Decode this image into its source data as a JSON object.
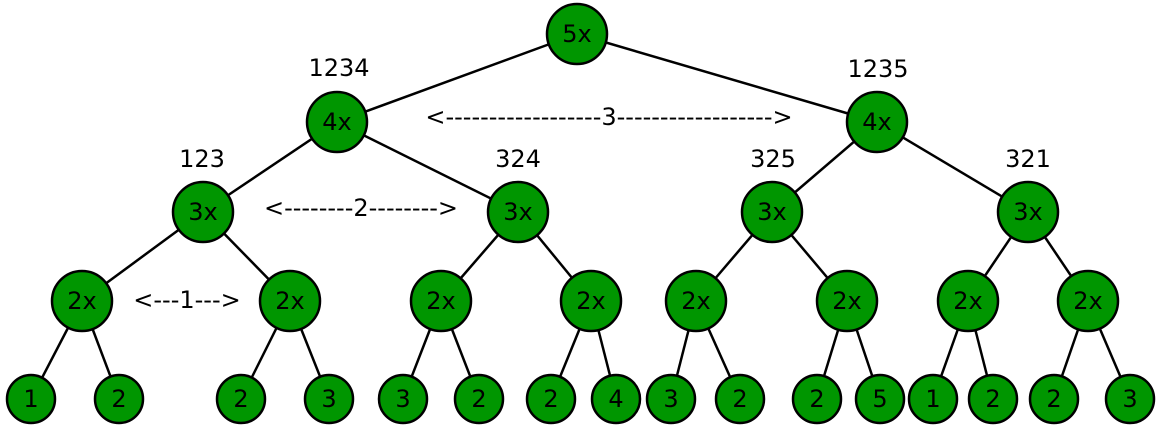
{
  "colors": {
    "node_fill": "#009600",
    "stroke": "#000000"
  },
  "nodes": [
    {
      "id": "root",
      "text": "5x"
    },
    {
      "id": "l1a",
      "text": "4x",
      "label": "1234"
    },
    {
      "id": "l1b",
      "text": "4x",
      "label": "1235"
    },
    {
      "id": "l2a",
      "text": "3x",
      "label": "123"
    },
    {
      "id": "l2b",
      "text": "3x",
      "label": "324"
    },
    {
      "id": "l2c",
      "text": "3x",
      "label": "325"
    },
    {
      "id": "l2d",
      "text": "3x",
      "label": "321"
    },
    {
      "id": "l3a",
      "text": "2x"
    },
    {
      "id": "l3b",
      "text": "2x"
    },
    {
      "id": "l3c",
      "text": "2x"
    },
    {
      "id": "l3d",
      "text": "2x"
    },
    {
      "id": "l3e",
      "text": "2x"
    },
    {
      "id": "l3f",
      "text": "2x"
    },
    {
      "id": "l3g",
      "text": "2x"
    },
    {
      "id": "l3h",
      "text": "2x"
    },
    {
      "id": "f1",
      "text": "1"
    },
    {
      "id": "f2",
      "text": "2"
    },
    {
      "id": "f3",
      "text": "2"
    },
    {
      "id": "f4",
      "text": "3"
    },
    {
      "id": "f5",
      "text": "3"
    },
    {
      "id": "f6",
      "text": "2"
    },
    {
      "id": "f7",
      "text": "2"
    },
    {
      "id": "f8",
      "text": "4"
    },
    {
      "id": "f9",
      "text": "3"
    },
    {
      "id": "f10",
      "text": "2"
    },
    {
      "id": "f11",
      "text": "2"
    },
    {
      "id": "f12",
      "text": "5"
    },
    {
      "id": "f13",
      "text": "1"
    },
    {
      "id": "f14",
      "text": "2"
    },
    {
      "id": "f15",
      "text": "2"
    },
    {
      "id": "f16",
      "text": "3"
    }
  ],
  "edges": [
    [
      "root",
      "l1a"
    ],
    [
      "root",
      "l1b"
    ],
    [
      "l1a",
      "l2a"
    ],
    [
      "l1a",
      "l2b"
    ],
    [
      "l1b",
      "l2c"
    ],
    [
      "l1b",
      "l2d"
    ],
    [
      "l2a",
      "l3a"
    ],
    [
      "l2a",
      "l3b"
    ],
    [
      "l2b",
      "l3c"
    ],
    [
      "l2b",
      "l3d"
    ],
    [
      "l2c",
      "l3e"
    ],
    [
      "l2c",
      "l3f"
    ],
    [
      "l2d",
      "l3g"
    ],
    [
      "l2d",
      "l3h"
    ],
    [
      "l3a",
      "f1"
    ],
    [
      "l3a",
      "f2"
    ],
    [
      "l3b",
      "f3"
    ],
    [
      "l3b",
      "f4"
    ],
    [
      "l3c",
      "f5"
    ],
    [
      "l3c",
      "f6"
    ],
    [
      "l3d",
      "f7"
    ],
    [
      "l3d",
      "f8"
    ],
    [
      "l3e",
      "f9"
    ],
    [
      "l3e",
      "f10"
    ],
    [
      "l3f",
      "f11"
    ],
    [
      "l3f",
      "f12"
    ],
    [
      "l3g",
      "f13"
    ],
    [
      "l3g",
      "f14"
    ],
    [
      "l3h",
      "f15"
    ],
    [
      "l3h",
      "f16"
    ]
  ],
  "distance_arrows": [
    {
      "id": "arrow-3",
      "text": "<------------------3------------------>"
    },
    {
      "id": "arrow-2",
      "text": "<--------2-------->"
    },
    {
      "id": "arrow-1",
      "text": "<---1--->"
    }
  ]
}
